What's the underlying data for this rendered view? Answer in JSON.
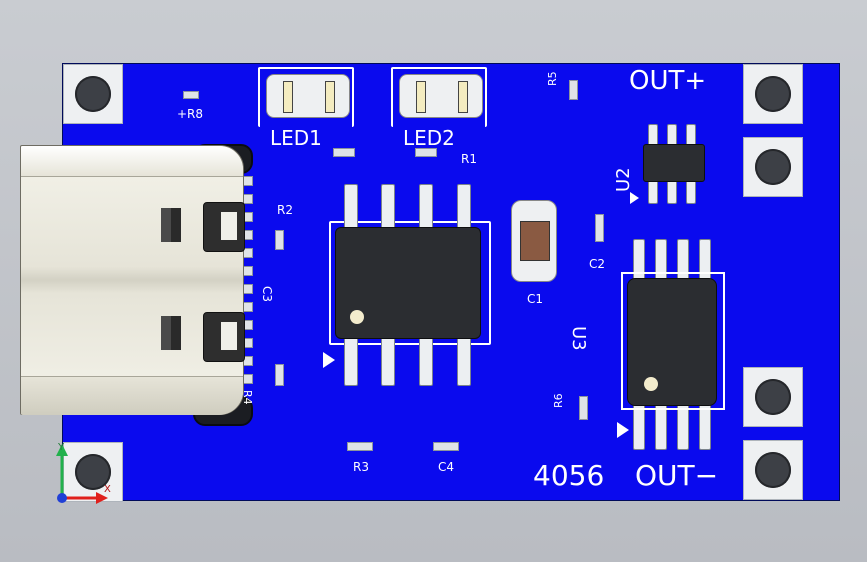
{
  "labels": {
    "r8": "+R8",
    "led1": "LED1",
    "led2": "LED2",
    "r5": "R5",
    "out_plus": "OUT+",
    "r1": "R1",
    "u2": "U2",
    "r2": "R2",
    "c3": "C3",
    "c2": "C2",
    "c1": "C1",
    "u3": "U3",
    "r6": "R6",
    "r4": "R4",
    "r3": "R3",
    "c4": "C4",
    "part": "4056",
    "out_minus": "OUT−"
  },
  "axes": {
    "y": "Y",
    "x": "X"
  },
  "colors": {
    "board": "#0a0aee",
    "silkscreen": "#ffffff",
    "pad": "#eef0f2",
    "ic_body": "#2b2d31"
  }
}
